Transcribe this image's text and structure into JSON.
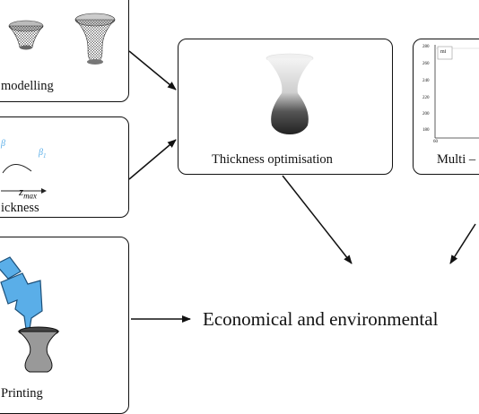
{
  "boxes": {
    "modelling": {
      "label": "modelling"
    },
    "thickness_param": {
      "label": "ickness",
      "beta_left": "β",
      "beta_right": "β",
      "beta_sub": "1",
      "zmax": "z",
      "zmax_sub": "max"
    },
    "printing": {
      "label": "Printing"
    },
    "thickness_opt": {
      "label": "Thickness optimisation"
    },
    "multi": {
      "label": "Multi –",
      "y_ticks": [
        "280",
        "260",
        "240",
        "220",
        "200",
        "180"
      ],
      "x_tick": "60",
      "legend_fragment": "mi"
    }
  },
  "outcome": {
    "label": "Economical and environmental"
  },
  "colors": {
    "accent_blue": "#5aaee8",
    "stroke": "#111111"
  }
}
